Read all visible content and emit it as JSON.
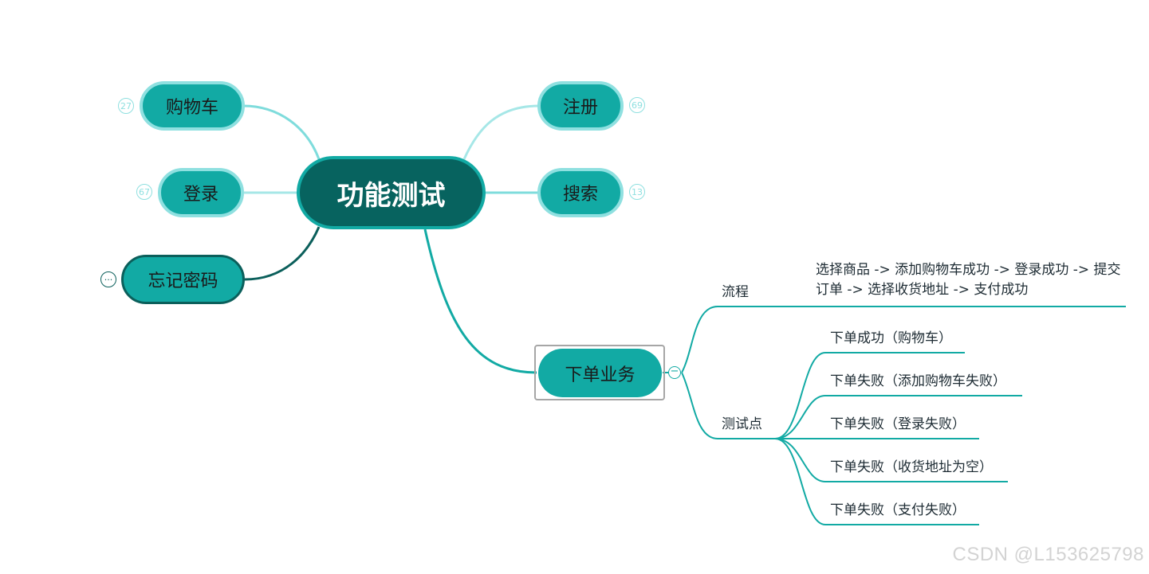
{
  "root": {
    "label": "功能测试"
  },
  "branches": {
    "cart": {
      "label": "购物车",
      "badge": "27"
    },
    "login": {
      "label": "登录",
      "badge": "67"
    },
    "forgot": {
      "label": "忘记密码",
      "badge": "···"
    },
    "register": {
      "label": "注册",
      "badge": "69"
    },
    "search": {
      "label": "搜索",
      "badge": "13"
    },
    "order": {
      "label": "下单业务",
      "collapse_symbol": "−",
      "flow": {
        "label": "流程",
        "steps_line1": "选择商品 -> 添加购物车成功 -> 登录成功 -> 提交",
        "steps_line2": "订单  -> 选择收货地址 -> 支付成功"
      },
      "testpoints": {
        "label": "测试点",
        "items": [
          "下单成功（购物车）",
          "下单失败（添加购物车失败）",
          "下单失败（登录失败）",
          "下单失败（收货地址为空）",
          "下单失败（支付失败）"
        ]
      }
    }
  },
  "colors": {
    "root_fill": "#07635f",
    "branch_fill": "#12aaa4",
    "light_border": "#8fe0e0",
    "dark_border": "#0b5f5b",
    "connector_teal": "#12aaa4"
  },
  "watermark": "CSDN @L153625798"
}
